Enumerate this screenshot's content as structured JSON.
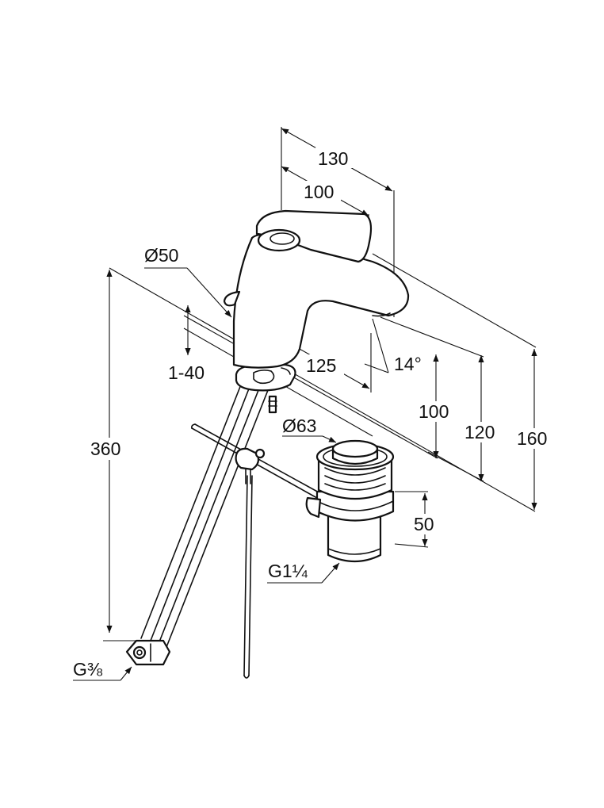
{
  "labels": {
    "width_overall": "130",
    "width_lever": "100",
    "body_diameter": "Ø50",
    "spout_reach": "125",
    "spout_angle": "14°",
    "deck_thickness": "1-40",
    "hose_length": "360",
    "waste_diameter": "Ø63",
    "height_spout": "100",
    "height_outlet": "120",
    "height_total": "160",
    "waste_height": "50",
    "waste_thread": "G1¼",
    "hose_thread": "G⅜"
  }
}
